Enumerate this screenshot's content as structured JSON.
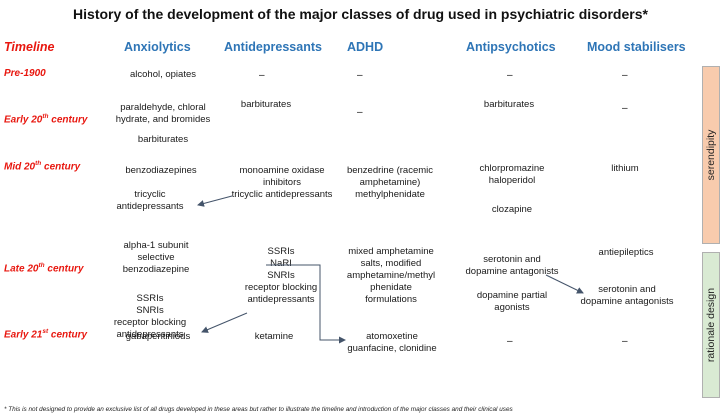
{
  "title": "History of the development of the major classes of drug used in psychiatric disorders*",
  "headers": {
    "timeline": "Timeline",
    "anxiolytics": "Anxiolytics",
    "antidepressants": "Antidepressants",
    "adhd": "ADHD",
    "antipsychotics": "Antipsychotics",
    "mood": "Mood stabilisers"
  },
  "rows": {
    "pre1900": "Pre-1900",
    "early20_pre": "Early 20",
    "early20_post": " century",
    "mid20": "Mid 20",
    "mid20_post": " century",
    "late20": "Late 20",
    "late20_post": " century",
    "early21": "Early 21",
    "early21_post": " century",
    "sup_th": "th",
    "sup_st": "st"
  },
  "cells": {
    "pre1900_anx": "alcohol, opiates",
    "early20_anx_l1": "paraldehyde, chloral",
    "early20_anx_l2": "hydrate, and bromides",
    "early20_anx_b": "barbiturates",
    "early20_antidep": "barbiturates",
    "early20_antipsy": "barbiturates",
    "mid20_anx": "benzodiazepines",
    "mid20_anx_tca_l1": "tricyclic",
    "mid20_anx_tca_l2": "antidepressants",
    "mid20_antidep_l1": "monoamine oxidase",
    "mid20_antidep_l2": "inhibitors",
    "mid20_antidep_l3": "tricyclic antidepressants",
    "mid20_adhd_l1": "benzedrine (racemic",
    "mid20_adhd_l2": "amphetamine)",
    "mid20_adhd_l3": "methylphenidate",
    "mid20_antipsy_l1": "chlorpromazine",
    "mid20_antipsy_l2": "haloperidol",
    "mid20_antipsy_l3": "clozapine",
    "mid20_mood": "lithium",
    "late20_anx_l1": "alpha-1 subunit",
    "late20_anx_l2": "selective",
    "late20_anx_l3": "benzodiazepine",
    "late20_anx_b1": "SSRIs",
    "late20_anx_b2": "SNRIs",
    "late20_anx_b3": "receptor blocking",
    "late20_anx_b4": "antidepressants",
    "late20_antidep_l1": "SSRIs",
    "late20_antidep_l2": "NaRI",
    "late20_antidep_l3": "SNRIs",
    "late20_antidep_l4": "receptor blocking",
    "late20_antidep_l5": "antidepressants",
    "late20_adhd_l1": "mixed amphetamine",
    "late20_adhd_l2": "salts, modified",
    "late20_adhd_l3": "amphetamine/methyl",
    "late20_adhd_l4": "phenidate",
    "late20_adhd_l5": "formulations",
    "late20_antipsy_l1": "serotonin and",
    "late20_antipsy_l2": "dopamine antagonists",
    "late20_antipsy_l3": "dopamine partial",
    "late20_antipsy_l4": "agonists",
    "late20_mood_l1": "antiepileptics",
    "late20_mood_l2": "serotonin and",
    "late20_mood_l3": "dopamine antagonists",
    "early21_anx": "gabapentiniods",
    "early21_antidep": "ketamine",
    "early21_adhd_l1": "atomoxetine",
    "early21_adhd_l2": "guanfacine, clonidine"
  },
  "dash": "–",
  "side_labels": {
    "serendipity": "serendipity",
    "rational": "rationale design"
  },
  "colors": {
    "header_blue": "#2e75b6",
    "timeline_red": "#e8170f",
    "serendipity_fill": "#f8cbad",
    "rational_fill": "#d9ead3"
  },
  "footnote": "* This is not designed to provide an exclusive list of all drugs developed in these areas but rather to illustrate the timeline and introduction of the major classes and their clinical uses"
}
